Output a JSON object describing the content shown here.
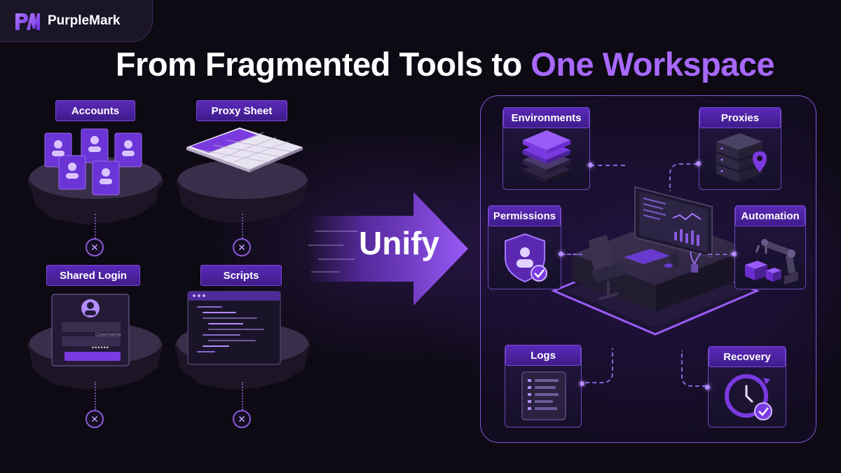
{
  "brand": {
    "name": "PurpleMark",
    "logo_icon": "pm-logo-icon"
  },
  "headline": {
    "part1": "From Fragmented Tools to ",
    "part2": "One Workspace"
  },
  "colors": {
    "background": "#0d0a14",
    "accent": "#a868ff",
    "label_bg": "#4a22a0",
    "panel_border": "#8256d6"
  },
  "fragmented_tools": [
    {
      "label": "Accounts",
      "icon": "user-cards-icon"
    },
    {
      "label": "Proxy Sheet",
      "icon": "spreadsheet-icon"
    },
    {
      "label": "Shared Login",
      "icon": "login-form-icon"
    },
    {
      "label": "Scripts",
      "icon": "code-window-icon"
    }
  ],
  "login_form": {
    "username_placeholder": "Username",
    "password_mask": "••••••"
  },
  "arrow": {
    "label": "Unify"
  },
  "workspace_features": [
    {
      "label": "Environments",
      "icon": "layers-stack-icon"
    },
    {
      "label": "Proxies",
      "icon": "server-location-icon"
    },
    {
      "label": "Permissions",
      "icon": "shield-user-icon"
    },
    {
      "label": "Automation",
      "icon": "robot-arm-icon"
    },
    {
      "label": "Logs",
      "icon": "log-list-icon"
    },
    {
      "label": "Recovery",
      "icon": "clock-restore-icon"
    }
  ]
}
